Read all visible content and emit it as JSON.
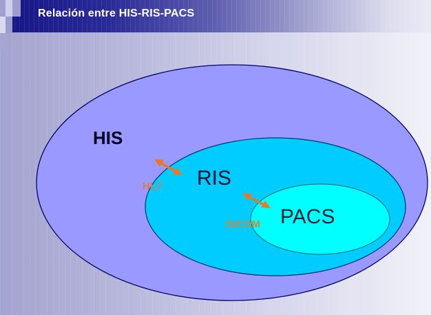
{
  "slide": {
    "title": "Relación entre HIS-RIS-PACS"
  },
  "diagram": {
    "sets": [
      {
        "label": "HIS",
        "fill": "#9999ff",
        "stroke": "#000066"
      },
      {
        "label": "RIS",
        "fill": "#00ccff",
        "stroke": "#003366"
      },
      {
        "label": "PACS",
        "fill": "#00ffff",
        "stroke": "#006666"
      }
    ],
    "connections": [
      {
        "from": "HIS",
        "to": "RIS",
        "protocol": "HL7",
        "color": "#e87a2c"
      },
      {
        "from": "RIS",
        "to": "PACS",
        "protocol": "DICOM",
        "color": "#e87a2c"
      }
    ]
  },
  "colors": {
    "title_bar": "#1a1a8a",
    "arrow": "#e8782a",
    "hl7_text": "#e07a4a",
    "dicom_text": "#c98a40"
  }
}
